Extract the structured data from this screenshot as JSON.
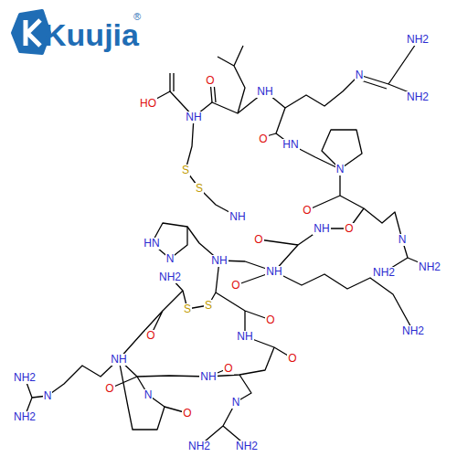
{
  "diagram": {
    "labels": [
      "Kuujia",
      "®",
      "NH2",
      "N",
      "NH2",
      "O",
      "NH",
      "HO",
      "NH",
      "O",
      "HN",
      "N",
      "S",
      "S",
      "O",
      "NH",
      "NH",
      "O",
      "N",
      "NH2",
      "NH2",
      "HN",
      "N",
      "NH",
      "O",
      "NH",
      "O",
      "NH2",
      "NH2",
      "S",
      "S",
      "O",
      "O",
      "NH",
      "NH",
      "O",
      "NH2",
      "N",
      "NH2",
      "N",
      "O",
      "NH",
      "O",
      "O",
      "N",
      "NH2",
      "NH2"
    ]
  }
}
